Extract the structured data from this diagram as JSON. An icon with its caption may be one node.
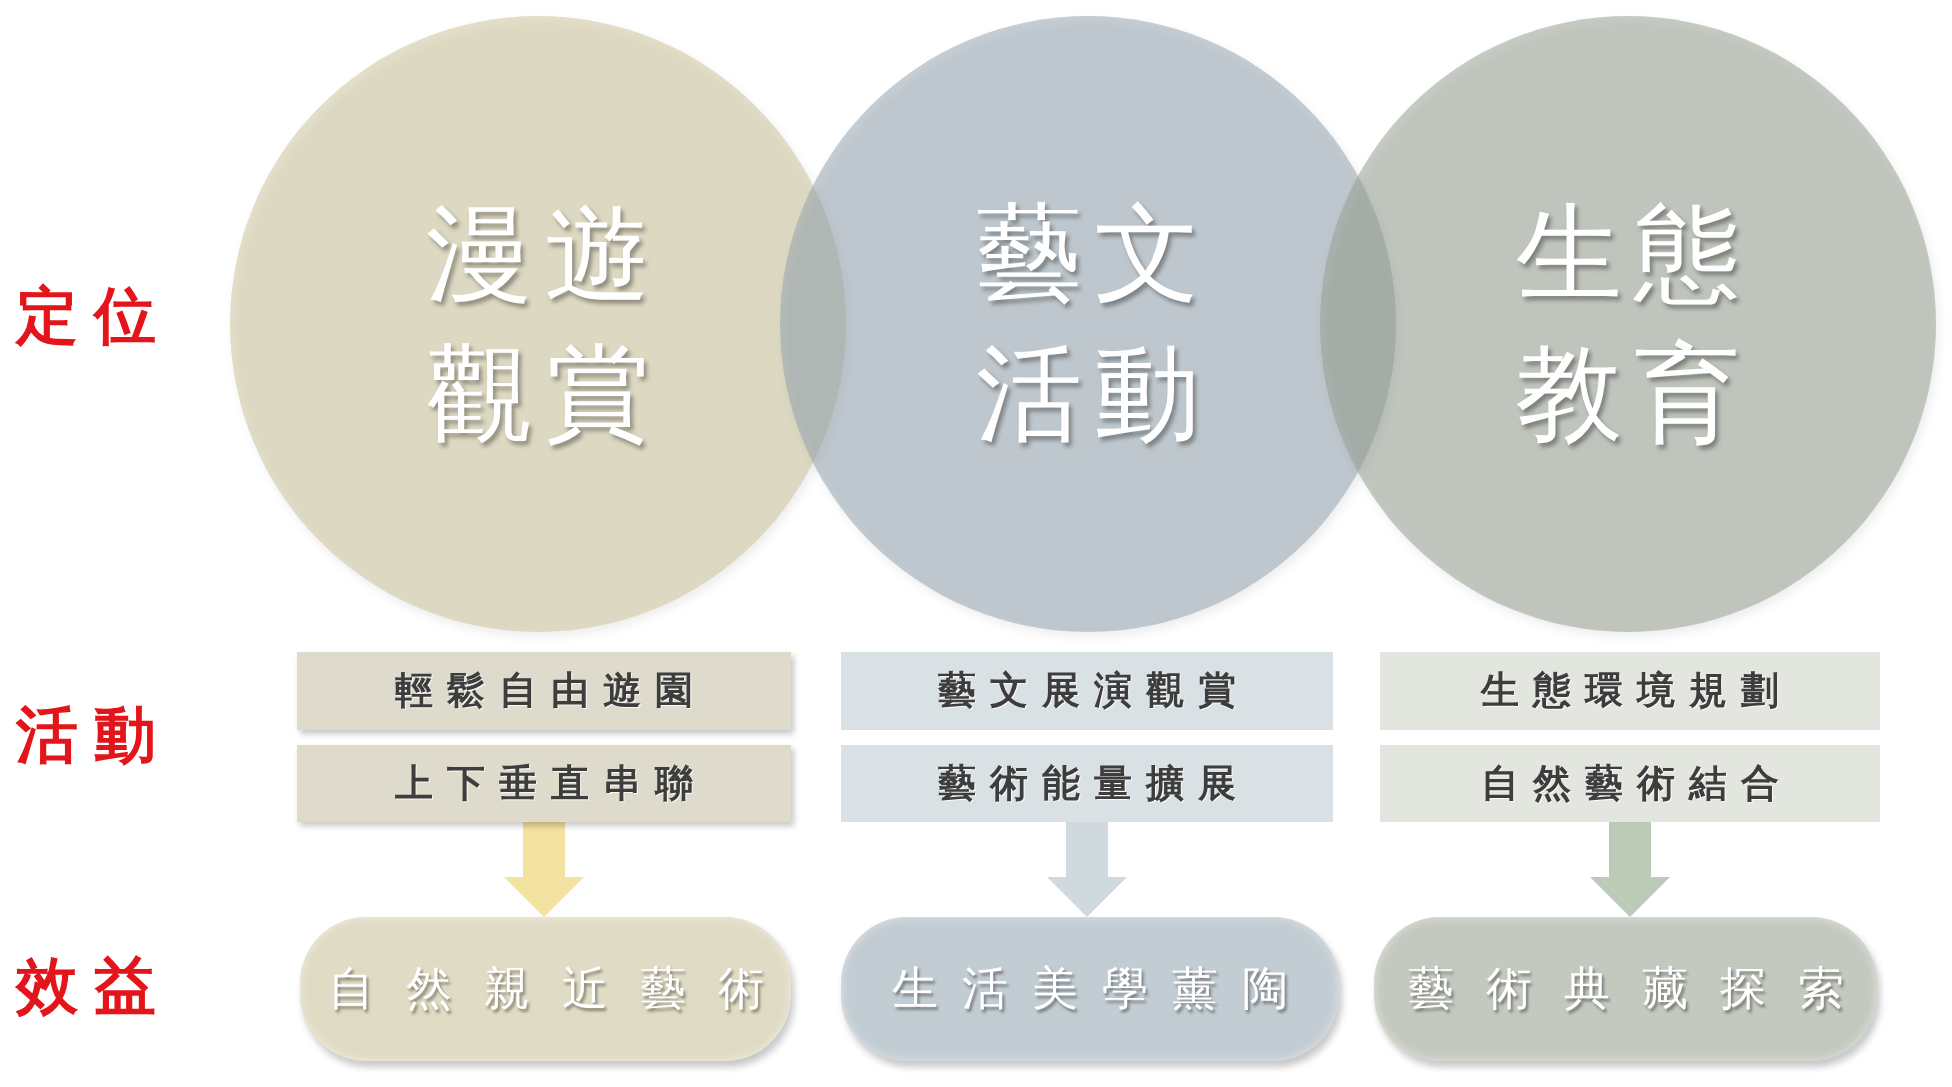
{
  "diagram": {
    "nodes": [
      {
        "text": [
          "漫遊觀賞"
        ]
      },
      {
        "text": [
          "藝文活動"
        ]
      },
      {
        "text": [
          "生態教育"
        ]
      },
      {
        "text": [
          "輕鬆自由遊園"
        ]
      },
      {
        "text": [
          "藝文展演觀賞"
        ]
      },
      {
        "text": [
          "生態環境規劃"
        ]
      },
      {
        "text": [
          "上下垂直串聯"
        ]
      },
      {
        "text": [
          "藝術能量擴展"
        ]
      },
      {
        "text": [
          "自然藝術結合"
        ]
      },
      {
        "text": [
          "自然親近藝術"
        ]
      },
      {
        "text": [
          "生活美學薰陶"
        ]
      },
      {
        "text": [
          "藝術典藏探索"
        ]
      }
    ],
    "edges": [
      {
        "from": 6,
        "to": 9,
        "arrow": "to",
        "color": "#f3e2a0"
      },
      {
        "from": 7,
        "to": 10,
        "arrow": "to",
        "color": "#d0d9dd"
      },
      {
        "from": 8,
        "to": 11,
        "arrow": "to",
        "color": "#bccab8"
      }
    ],
    "labels": [
      "定位",
      "活動",
      "效益"
    ]
  }
}
